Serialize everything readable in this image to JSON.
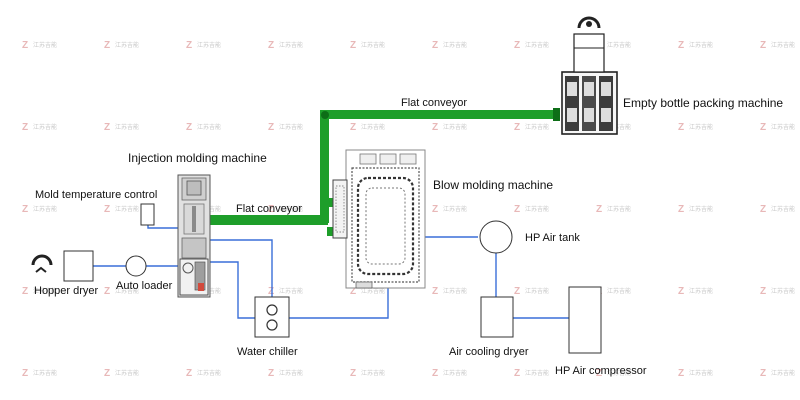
{
  "labels": {
    "injection_molding": "Injection molding machine",
    "mold_temperature_control": "Mold temperature control",
    "hopper_dryer": "Hopper dryer",
    "auto_loader": "Auto loader",
    "flat_conveyor_lower": "Flat conveyor",
    "flat_conveyor_upper": "Flat conveyor",
    "blow_molding": "Blow molding machine",
    "empty_bottle_packing": "Empty bottle packing machine",
    "hp_air_tank": "HP Air tank",
    "water_chiller": "Water chiller",
    "air_cooling_dryer": "Air cooling dryer",
    "hp_air_compressor": "HP Air compressor"
  },
  "watermark": {
    "letter": "Z",
    "text": "江苏吉能"
  },
  "colors": {
    "conveyor": "#1e9e2a",
    "conveyor_dark": "#0d6e17",
    "pipe": "#3a6fd8",
    "outline": "#333333",
    "watermark": "#e8b8b8"
  }
}
